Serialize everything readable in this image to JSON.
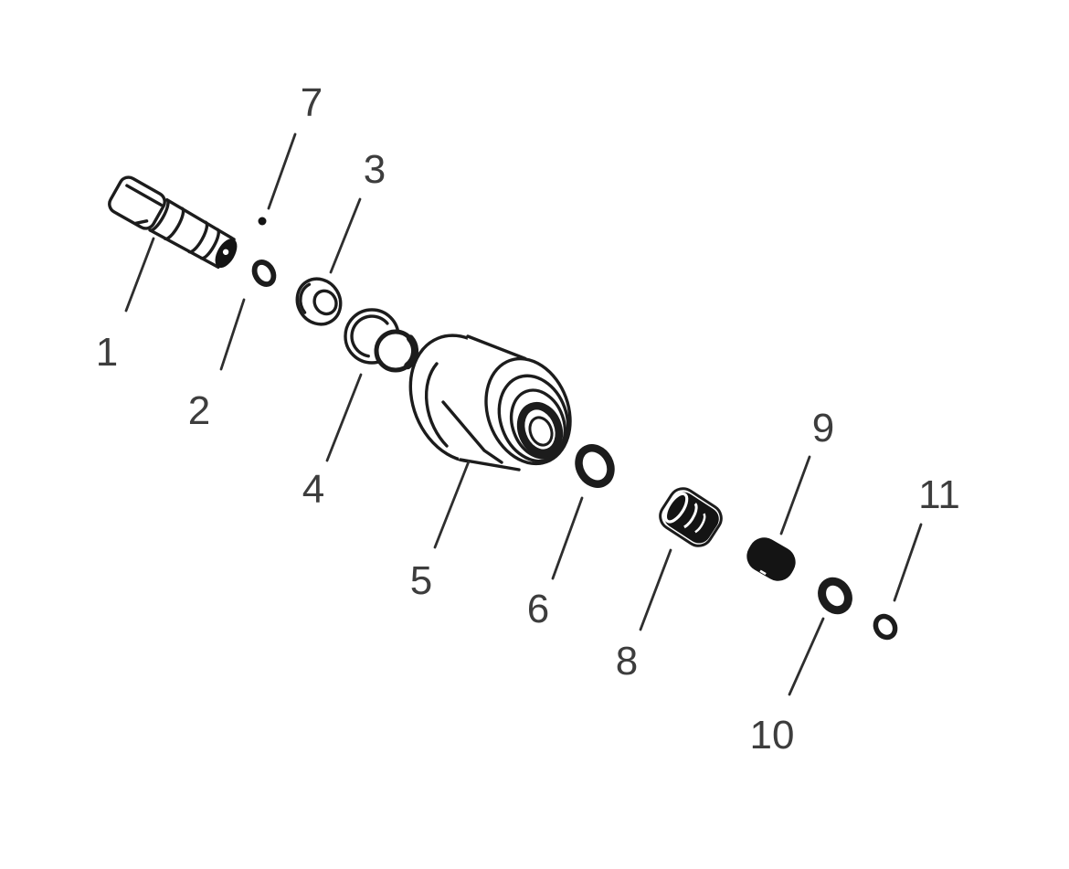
{
  "diagram": {
    "type": "exploded-parts-diagram",
    "background_color": "#ffffff",
    "line_color": "#1c1c1c",
    "label_color": "#3d3d3d",
    "callouts": [
      {
        "number": "1",
        "part": "shaft-stem"
      },
      {
        "number": "2",
        "part": "small-o-ring"
      },
      {
        "number": "3",
        "part": "bushing"
      },
      {
        "number": "4",
        "part": "seat-cup"
      },
      {
        "number": "5",
        "part": "valve-body-housing"
      },
      {
        "number": "6",
        "part": "o-ring"
      },
      {
        "number": "7",
        "part": "ball"
      },
      {
        "number": "8",
        "part": "spring-cartridge"
      },
      {
        "number": "9",
        "part": "plug"
      },
      {
        "number": "10",
        "part": "o-ring"
      },
      {
        "number": "11",
        "part": "small-o-ring"
      }
    ]
  }
}
